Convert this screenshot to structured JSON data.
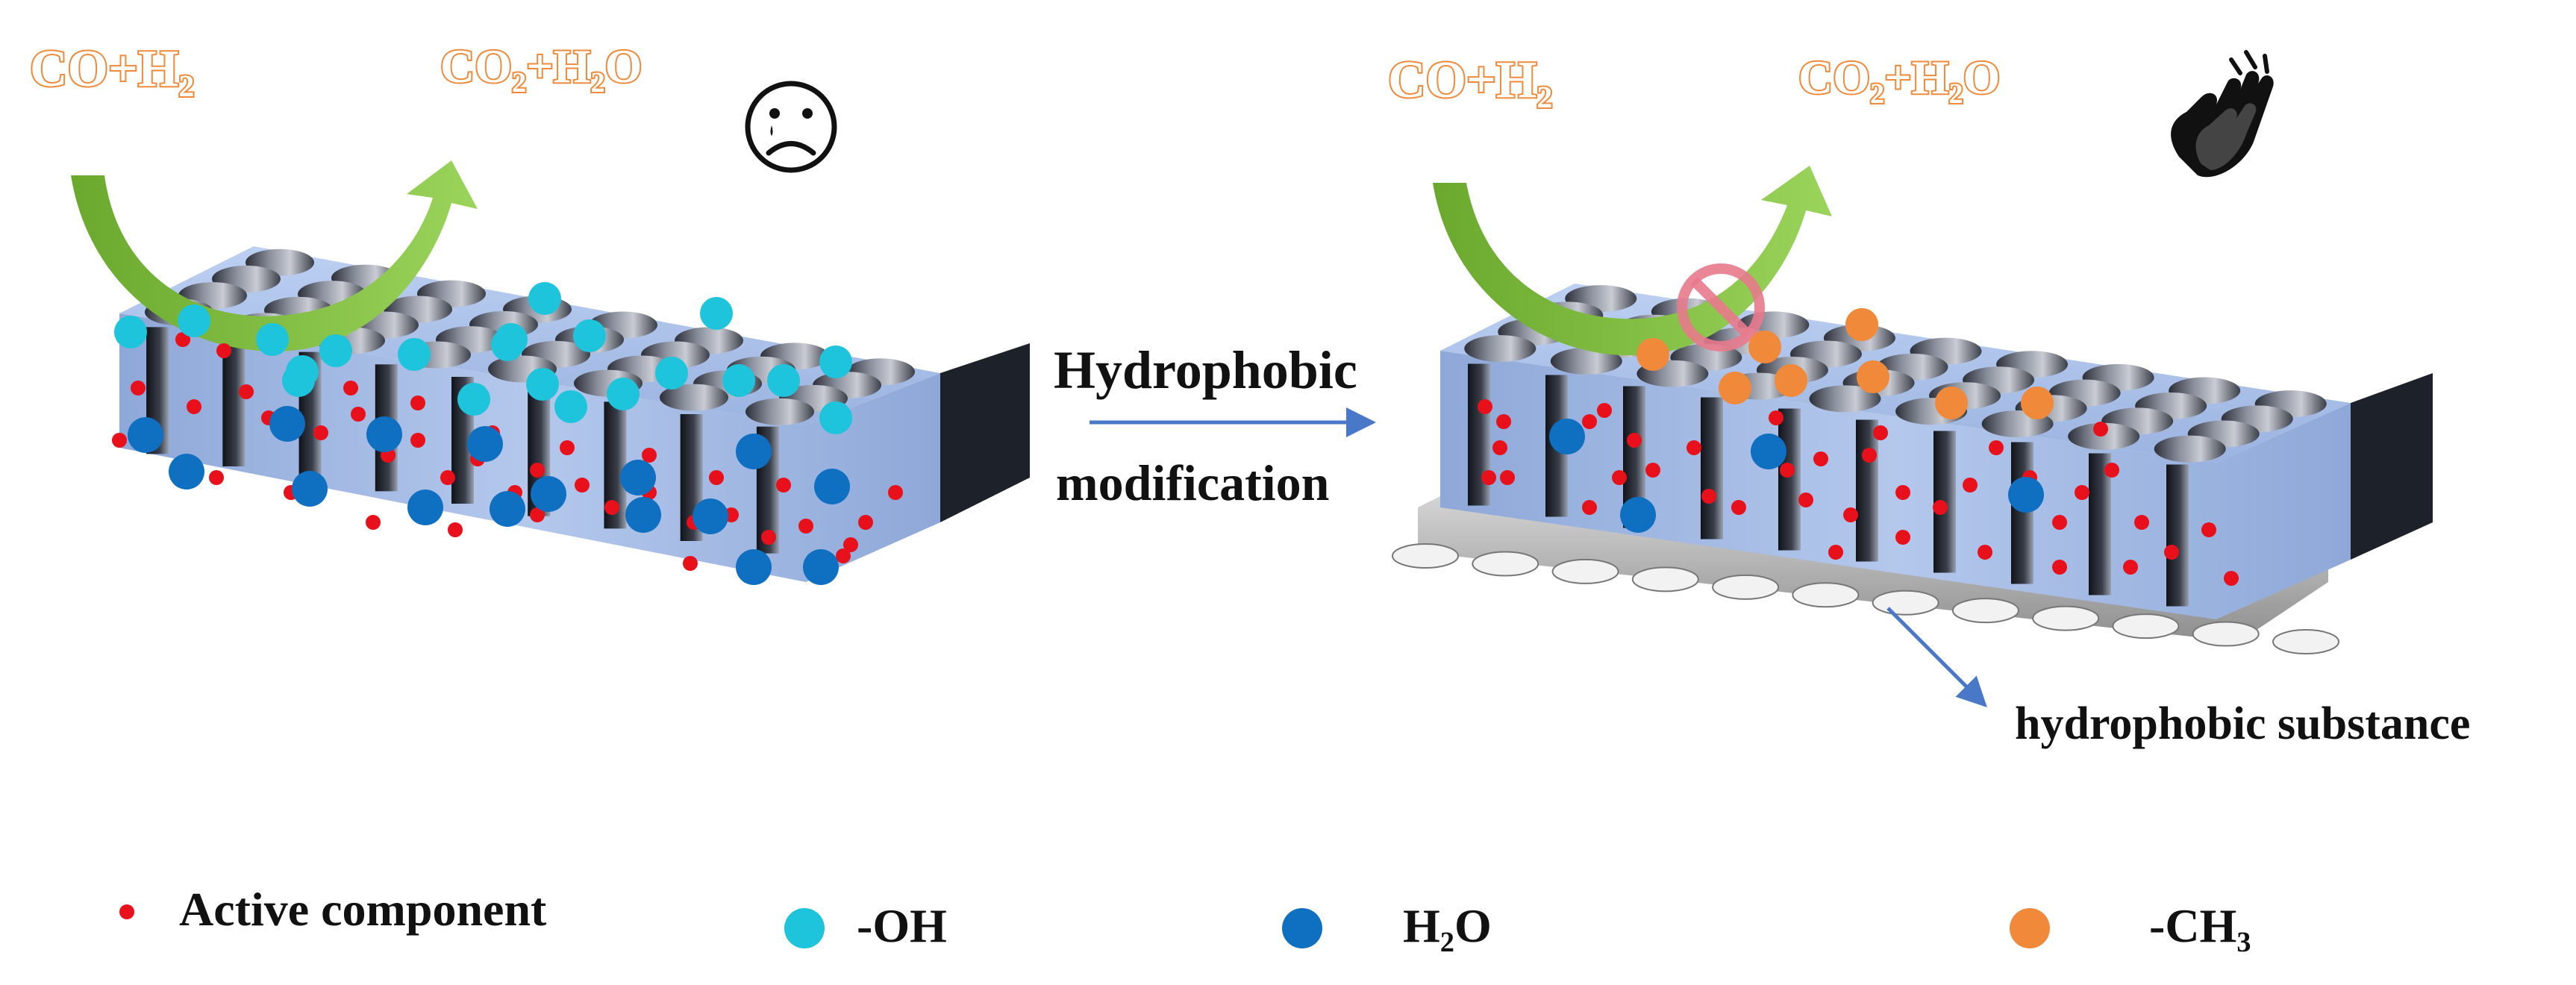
{
  "left": {
    "reactant": "CO+H₂",
    "product": "CO₂+H₂O",
    "emoji_icon": "sad-face-icon"
  },
  "right": {
    "reactant": "CO+H₂",
    "product": "CO₂+H₂O",
    "emoji_icon": "clapping-hands-icon",
    "blocked_icon": "prohibition-icon"
  },
  "middle": {
    "line1": "Hydrophobic",
    "line2": "modification"
  },
  "substance_label": "hydrophobic substance",
  "legend": {
    "active": "Active component",
    "oh": "-OH",
    "h2o": "H₂O",
    "ch3": "-CH₃"
  },
  "colors": {
    "active": "#e8101a",
    "oh": "#1ec4dc",
    "h2o": "#0f6fc0",
    "ch3": "#f08a3a",
    "catalyst": "#a8bfe8",
    "arrow_green": "#7cc243",
    "arrow_blue": "#4a78c8"
  }
}
